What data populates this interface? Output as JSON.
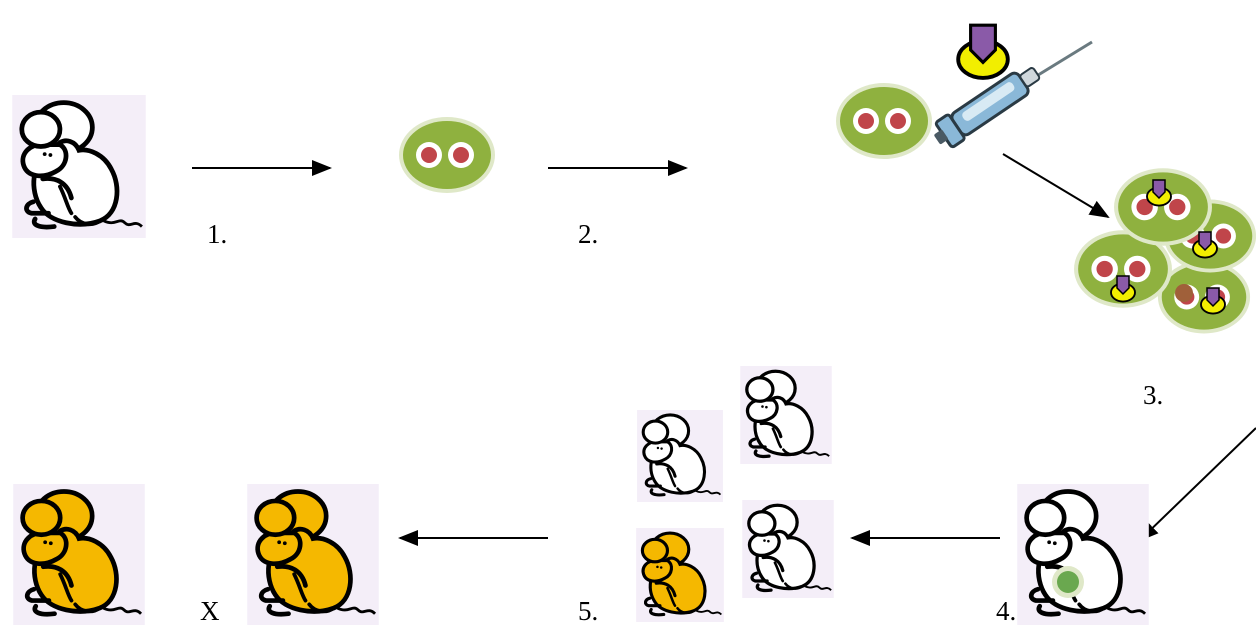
{
  "steps": [
    {
      "id": "step1",
      "label": "1."
    },
    {
      "id": "step2",
      "label": "2."
    },
    {
      "id": "step3",
      "label": "3."
    },
    {
      "id": "step4",
      "label": "4."
    },
    {
      "id": "step5",
      "label": "5."
    }
  ],
  "cross_symbol": "X",
  "colors": {
    "mouse_white": "#ffffff",
    "mouse_yellow": "#f5b800",
    "mouse_bg": "#f4eef8",
    "cell_green": "#8fb13f",
    "cell_rim": "#dfe8c8",
    "nucleus_red": "#c0454a",
    "nucleus_brown": "#a0603a",
    "marker_yellow": "#f2ee00",
    "marker_purple": "#8a5aa8",
    "syringe_blue": "#8ab8d8",
    "embryo_green": "#6aa84f",
    "arrow": "#000000"
  },
  "icons": {
    "mouse": "mouse-icon",
    "cell": "embryonic-stem-cell-icon",
    "syringe": "syringe-icon",
    "vector": "gene-vector-icon"
  }
}
